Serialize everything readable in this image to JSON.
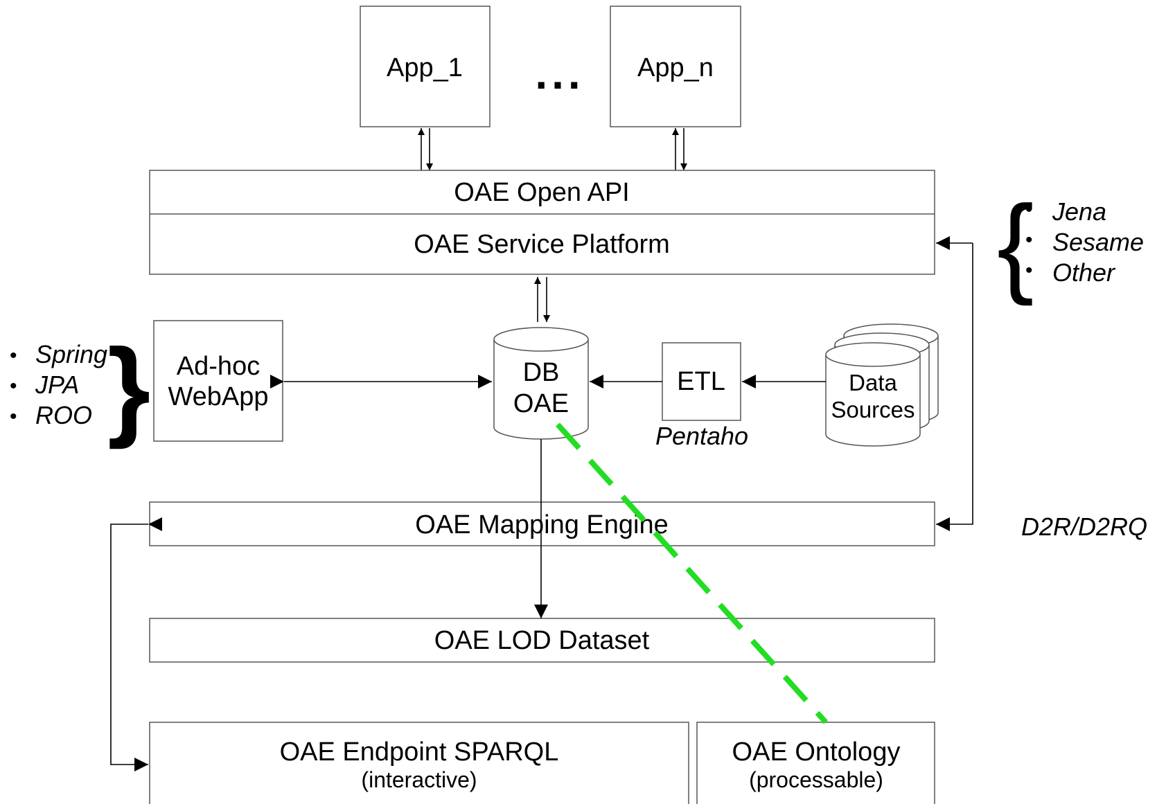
{
  "apps": {
    "first": "App_1",
    "last": "App_n",
    "ellipsis": "..."
  },
  "layers": {
    "open_api": "OAE Open API",
    "service_platform": "OAE Service Platform",
    "mapping_engine": "OAE Mapping Engine",
    "lod_dataset": "OAE LOD Dataset",
    "endpoint": "OAE Endpoint SPARQL",
    "endpoint_sub": "(interactive)",
    "ontology": "OAE Ontology",
    "ontology_sub": "(processable)"
  },
  "webapp": {
    "line1": "Ad-hoc",
    "line2": "WebApp"
  },
  "db": {
    "line1": "DB",
    "line2": "OAE"
  },
  "etl": {
    "label": "ETL",
    "tool": "Pentaho"
  },
  "sources": {
    "line1": "Data",
    "line2": "Sources"
  },
  "webapp_tech": [
    "Spring",
    "JPA",
    "ROO"
  ],
  "platform_tech": [
    "Jena",
    "Sesame",
    "Other"
  ],
  "mapping_tech": "D2R/D2RQ",
  "bullet": "•",
  "colors": {
    "ontology_link": "#22dd22",
    "box_border": "#555555",
    "line": "#000000"
  }
}
